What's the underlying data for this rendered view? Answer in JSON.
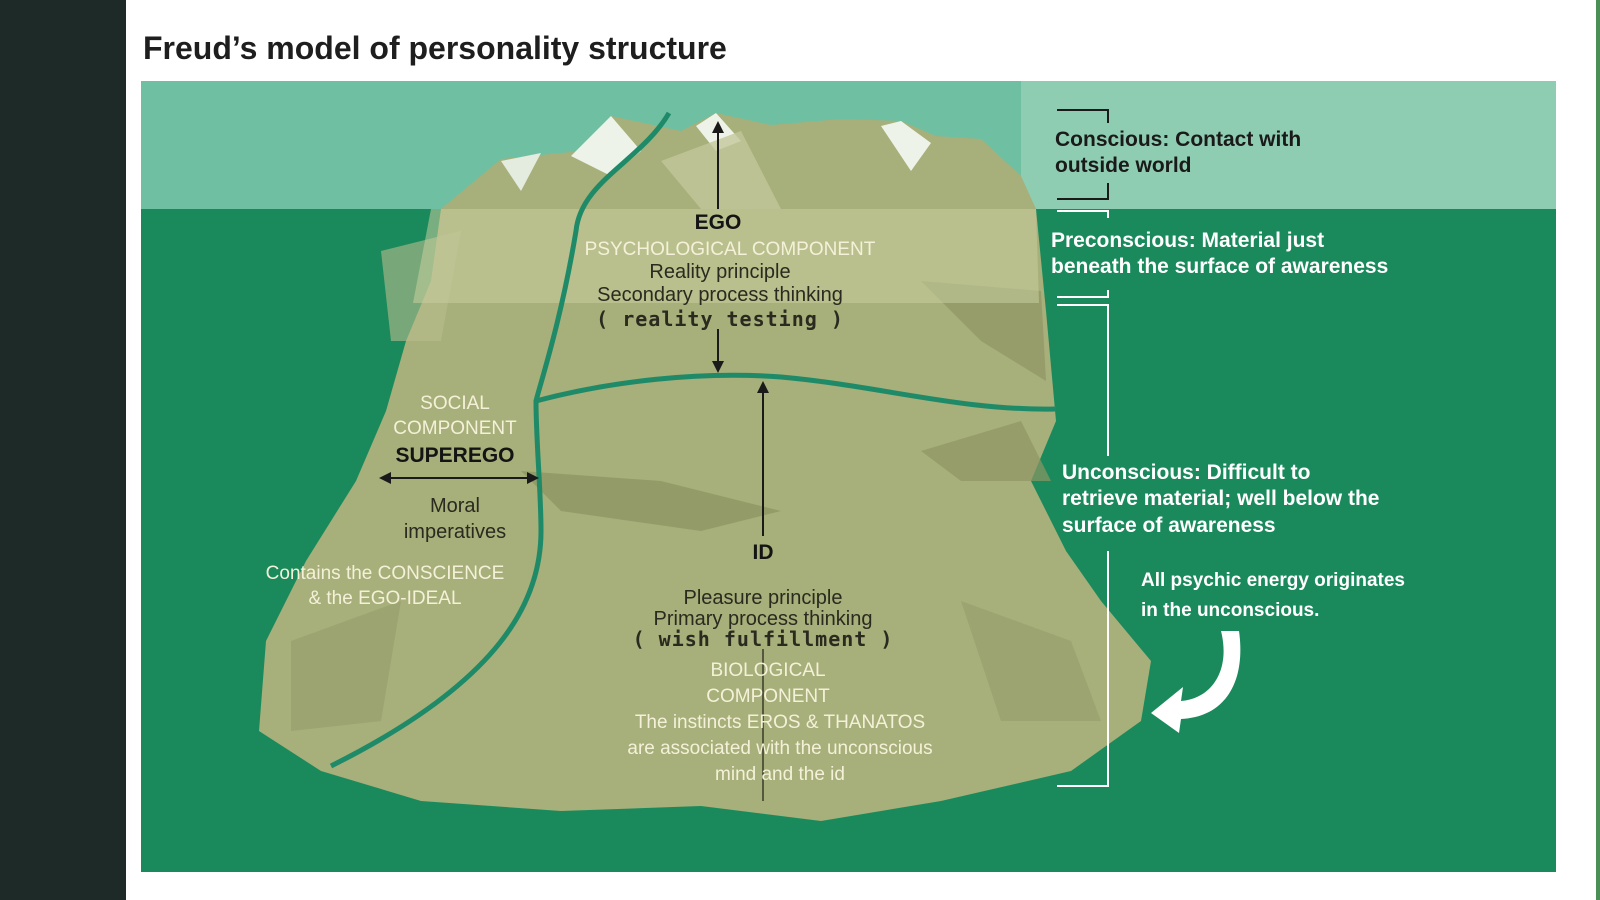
{
  "title": "Freud’s model of personality structure",
  "colors": {
    "sky": "#6fc0a3",
    "sky_band": "#8fcdb3",
    "water": "#1a8a5c",
    "iceberg": "#a7af7a",
    "iceberg_dark": "#8e9664",
    "divider_line": "#1f8a68",
    "sidebar": "#1d2a28"
  },
  "ego": {
    "heading": "EGO",
    "component": "PSYCHOLOGICAL COMPONENT",
    "line1": "Reality principle",
    "line2": "Secondary process thinking",
    "line3": "( reality testing )"
  },
  "superego": {
    "component_line1": "SOCIAL",
    "component_line2": "COMPONENT",
    "heading": "SUPEREGO",
    "moral_line1": "Moral",
    "moral_line2": "imperatives",
    "contains_line1": "Contains the CONSCIENCE",
    "contains_line2": "& the EGO-IDEAL"
  },
  "id": {
    "heading": "ID",
    "line1": "Pleasure principle",
    "line2": "Primary process thinking",
    "line3": "( wish fulfillment )",
    "component_line1": "BIOLOGICAL",
    "component_line2": "COMPONENT",
    "instincts_line1": "The instincts EROS & THANATOS",
    "instincts_line2": "are associated with the unconscious",
    "instincts_line3": "mind and the id"
  },
  "levels": {
    "conscious_line1": "Conscious: Contact with",
    "conscious_line2": "outside world",
    "preconscious_line1": "Preconscious: Material just",
    "preconscious_line2": "beneath the surface of awareness",
    "unconscious_line1": "Unconscious: Difficult to",
    "unconscious_line2": "retrieve material; well below the",
    "unconscious_line3": "surface of awareness",
    "energy_line1": "All psychic energy originates",
    "energy_line2": "in the unconscious."
  }
}
